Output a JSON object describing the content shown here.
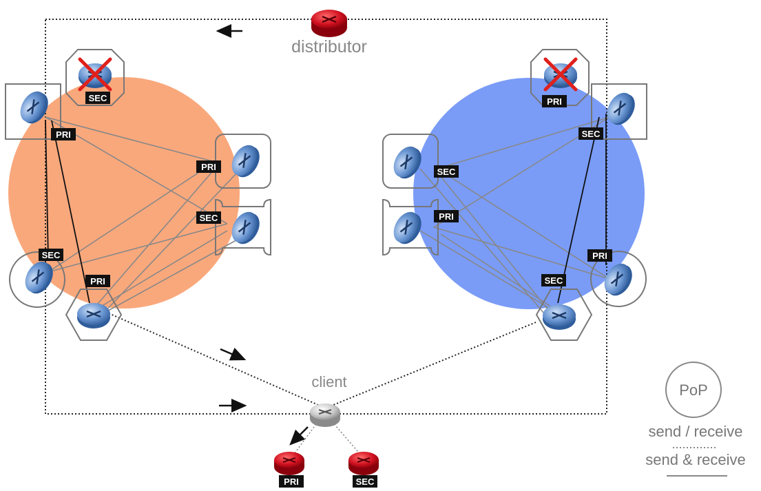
{
  "labels": {
    "distributor": "distributor",
    "client": "client"
  },
  "tags": {
    "pri": "PRI",
    "sec": "SEC"
  },
  "legend": {
    "pop": "PoP",
    "send_receive_split": "send / receive",
    "send_receive_combined": "send & receive"
  },
  "colors": {
    "orange_zone": "#f9a87c",
    "blue_zone": "#7a9cf7",
    "router_blue": "#5a86c4",
    "router_red": "#c8102e",
    "router_gray": "#b8b8b8",
    "tag_bg": "#111111",
    "failure_cross": "#e0201c"
  },
  "icons": {
    "router": "router-icon",
    "failed": "cross-icon",
    "arrow": "arrow-icon"
  }
}
